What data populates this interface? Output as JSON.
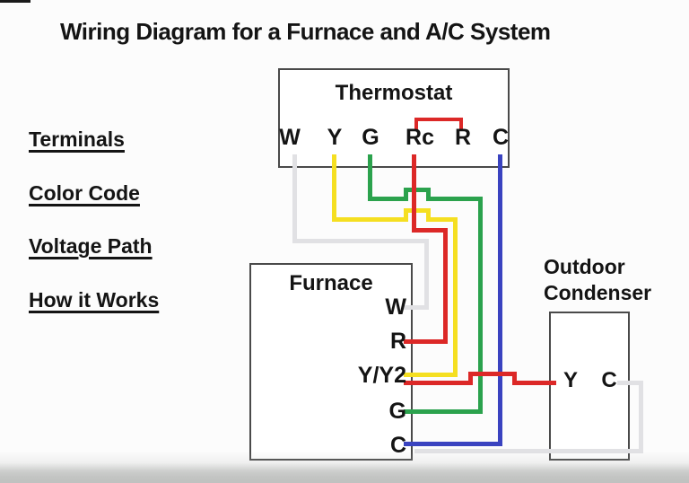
{
  "title": "Wiring Diagram for a Furnace and A/C System",
  "sidebar": {
    "items": [
      {
        "label": "Terminals"
      },
      {
        "label": "Color Code"
      },
      {
        "label": "Voltage Path"
      },
      {
        "label": "How it Works"
      }
    ]
  },
  "thermostat": {
    "label": "Thermostat",
    "terminals": [
      "W",
      "Y",
      "G",
      "Rc",
      "R",
      "C"
    ]
  },
  "furnace": {
    "label": "Furnace",
    "terminals": [
      "W",
      "R",
      "Y/Y2",
      "G",
      "C"
    ]
  },
  "condenser": {
    "label_line1": "Outdoor",
    "label_line2": "Condenser",
    "terminals": [
      "Y",
      "C"
    ]
  },
  "wires": [
    {
      "name": "white-wire",
      "color_key": "white_wire",
      "from": "Thermostat W",
      "to": "Furnace W"
    },
    {
      "name": "yellow-wire",
      "color_key": "yellow",
      "from": "Thermostat Y",
      "to": "Furnace Y/Y2"
    },
    {
      "name": "green-wire",
      "color_key": "green",
      "from": "Thermostat G",
      "to": "Furnace G"
    },
    {
      "name": "blue-wire",
      "color_key": "blue",
      "from": "Thermostat C",
      "to": "Furnace C"
    },
    {
      "name": "red-wire",
      "color_key": "red",
      "from": "Thermostat Rc",
      "to": "Furnace R"
    },
    {
      "name": "red-jumper",
      "color_key": "red",
      "from": "Thermostat Rc",
      "to": "Thermostat R"
    },
    {
      "name": "red-condenser-wire",
      "color_key": "red",
      "from": "Furnace Y/Y2",
      "to": "Condenser Y"
    },
    {
      "name": "white-common-wire",
      "color_key": "white_wire",
      "from": "Condenser C",
      "to": "Furnace bottom"
    }
  ],
  "colors": {
    "red": "#dc2827",
    "yellow": "#f5df21",
    "green": "#2ba24d",
    "blue": "#3a43c0",
    "white_wire": "#e1e1e4",
    "box_border": "#4a4a4a",
    "text": "#141414"
  }
}
